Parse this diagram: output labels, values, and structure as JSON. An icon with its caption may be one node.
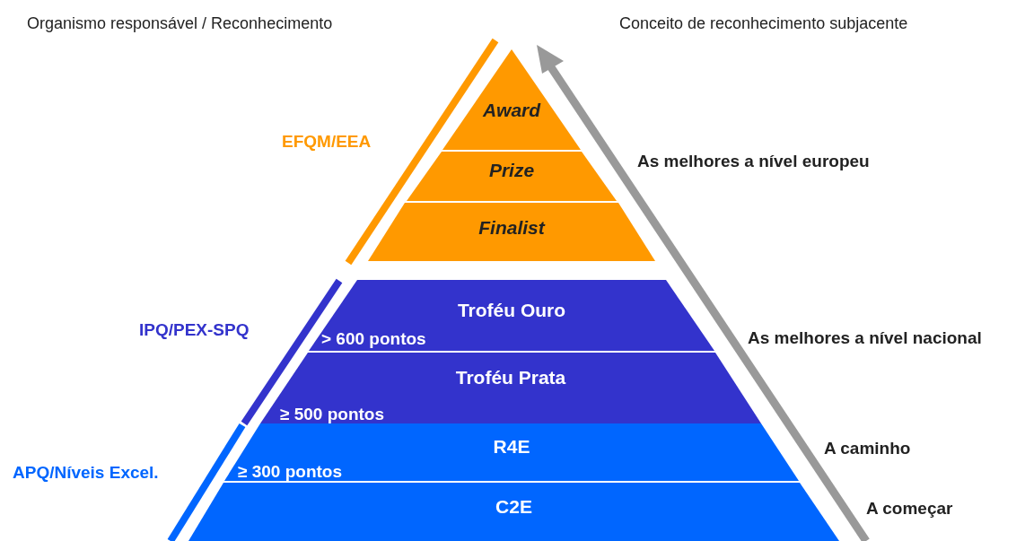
{
  "diagram": {
    "nodes": [
      {
        "text": [
          "Award"
        ]
      },
      {
        "text": [
          "Prize"
        ]
      },
      {
        "text": [
          "Finalist"
        ]
      },
      {
        "text": [
          "Troféu Ouro"
        ]
      },
      {
        "text": [
          "Troféu Prata"
        ]
      },
      {
        "text": [
          "R4E"
        ]
      },
      {
        "text": [
          "C2E"
        ]
      }
    ],
    "edges": [],
    "labels": [
      "Organismo responsável / Reconhecimento",
      "Conceito de reconhecimento subjacente",
      "EFQM/EEA",
      "As melhores a nível europeu",
      "IPQ/PEX-SPQ",
      "> 600 pontos",
      "As melhores a nível nacional",
      "≥ 500 pontos",
      "A caminho",
      "APQ/Níveis Excel.",
      "≥ 300 pontos",
      "A começar"
    ]
  }
}
